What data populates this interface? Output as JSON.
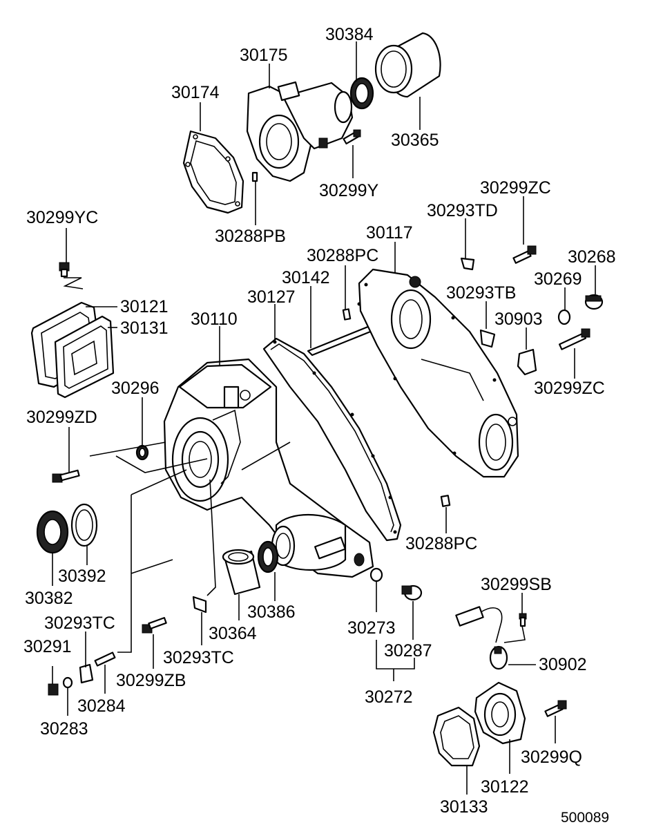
{
  "diagram": {
    "drawing_number": "500089",
    "part_labels": [
      {
        "id": "30384",
        "text": "30384"
      },
      {
        "id": "30175",
        "text": "30175"
      },
      {
        "id": "30174",
        "text": "30174"
      },
      {
        "id": "30365",
        "text": "30365"
      },
      {
        "id": "30299Y",
        "text": "30299Y"
      },
      {
        "id": "30288PB",
        "text": "30288PB"
      },
      {
        "id": "30299ZC-top",
        "text": "30299ZC"
      },
      {
        "id": "30293TD",
        "text": "30293TD"
      },
      {
        "id": "30299YC",
        "text": "30299YC"
      },
      {
        "id": "30117",
        "text": "30117"
      },
      {
        "id": "30268",
        "text": "30268"
      },
      {
        "id": "30288PC-top",
        "text": "30288PC"
      },
      {
        "id": "30269",
        "text": "30269"
      },
      {
        "id": "30142",
        "text": "30142"
      },
      {
        "id": "30293TB",
        "text": "30293TB"
      },
      {
        "id": "30127",
        "text": "30127"
      },
      {
        "id": "30121",
        "text": "30121"
      },
      {
        "id": "30903",
        "text": "30903"
      },
      {
        "id": "30110",
        "text": "30110"
      },
      {
        "id": "30131",
        "text": "30131"
      },
      {
        "id": "30299ZC-bottom",
        "text": "30299ZC"
      },
      {
        "id": "30296",
        "text": "30296"
      },
      {
        "id": "30299ZD",
        "text": "30299ZD"
      },
      {
        "id": "30288PC-bottom",
        "text": "30288PC"
      },
      {
        "id": "30392",
        "text": "30392"
      },
      {
        "id": "30299SB",
        "text": "30299SB"
      },
      {
        "id": "30382",
        "text": "30382"
      },
      {
        "id": "30386",
        "text": "30386"
      },
      {
        "id": "30293TC-left",
        "text": "30293TC"
      },
      {
        "id": "30364",
        "text": "30364"
      },
      {
        "id": "30273",
        "text": "30273"
      },
      {
        "id": "30291",
        "text": "30291"
      },
      {
        "id": "30287",
        "text": "30287"
      },
      {
        "id": "30293TC-center",
        "text": "30293TC"
      },
      {
        "id": "30902",
        "text": "30902"
      },
      {
        "id": "30299ZB",
        "text": "30299ZB"
      },
      {
        "id": "30284",
        "text": "30284"
      },
      {
        "id": "30272",
        "text": "30272"
      },
      {
        "id": "30283",
        "text": "30283"
      },
      {
        "id": "30299Q",
        "text": "30299Q"
      },
      {
        "id": "30122",
        "text": "30122"
      },
      {
        "id": "30133",
        "text": "30133"
      }
    ]
  }
}
